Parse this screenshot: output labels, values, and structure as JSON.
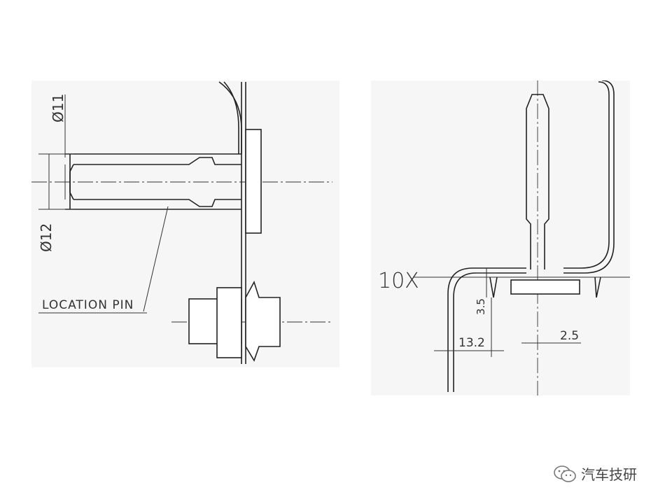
{
  "left_drawing": {
    "diameter_top": "Ø11",
    "diameter_bottom": "Ø12",
    "part_label": "LOCATION PIN"
  },
  "right_drawing": {
    "scale_label": "10X",
    "dim_height": "3.5",
    "dim_width": "13.2",
    "dim_offset": "2.5"
  },
  "watermark": {
    "text": "汽车技研",
    "icon": "wechat-icon"
  }
}
